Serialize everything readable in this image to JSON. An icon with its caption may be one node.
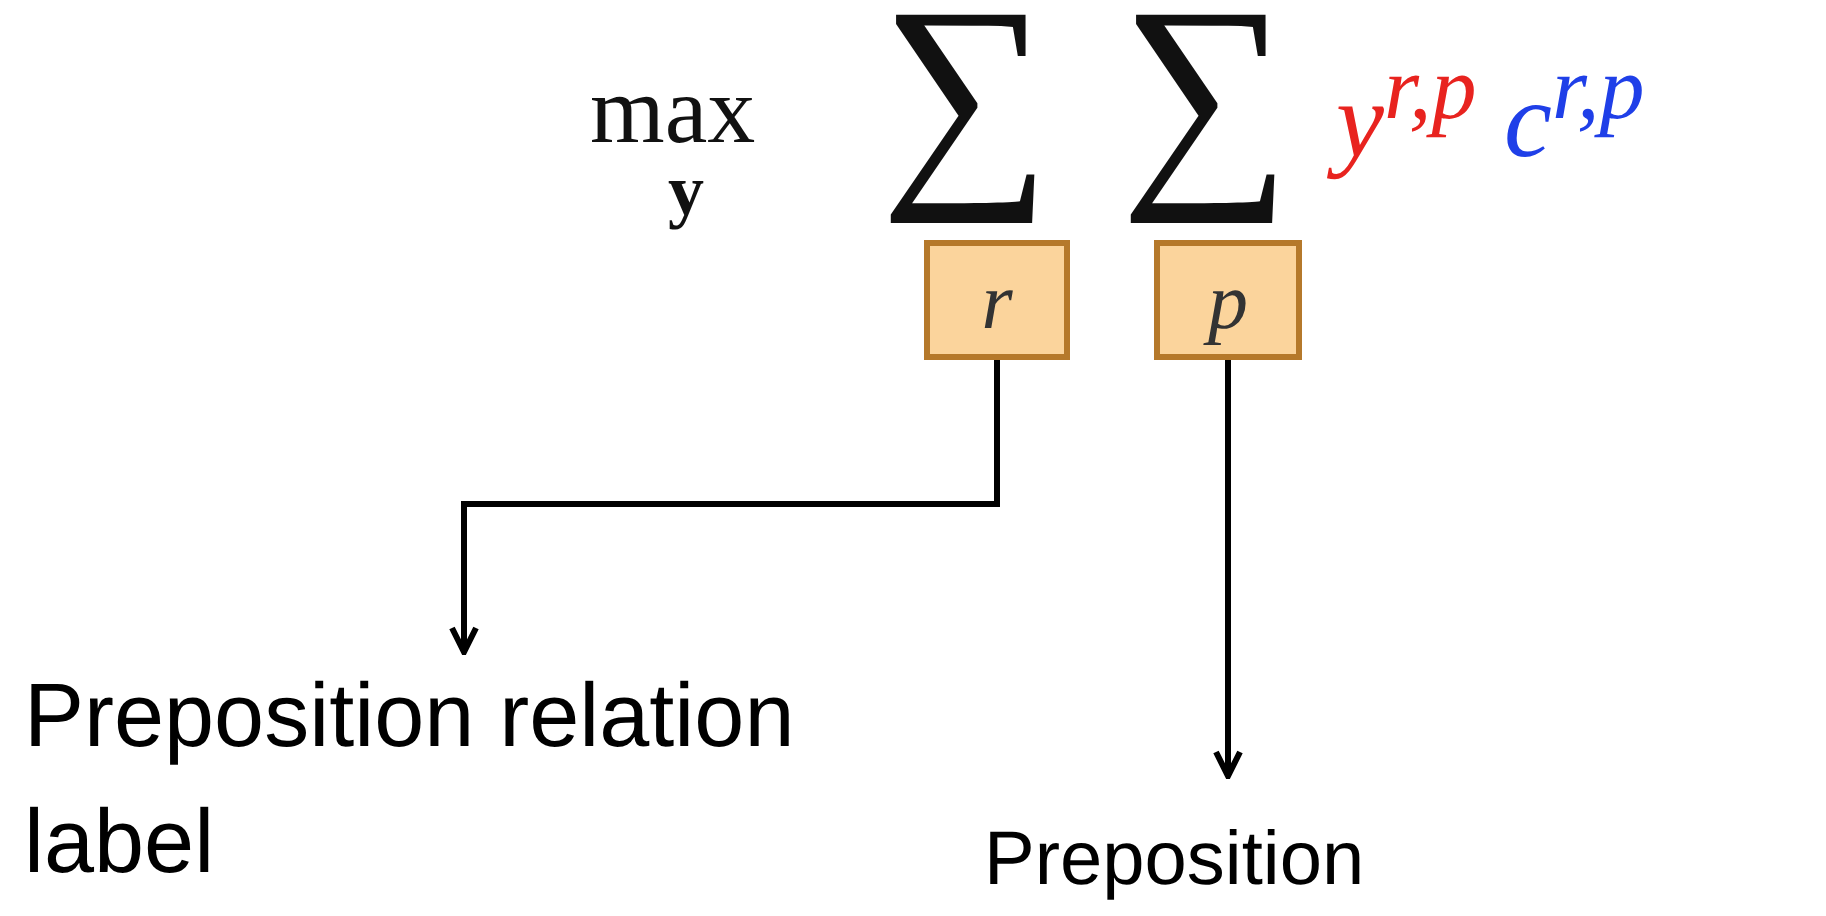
{
  "diagram": {
    "nodes": [
      {
        "text": [
          "r"
        ]
      },
      {
        "text": [
          "p"
        ]
      },
      {
        "text": [
          "Preposition relation label"
        ]
      },
      {
        "text": [
          "Preposition"
        ]
      }
    ],
    "edges": [
      {
        "from": 0,
        "to": 2,
        "arrow": "to"
      },
      {
        "from": 1,
        "to": 3,
        "arrow": "to"
      }
    ],
    "labels": [
      "max",
      "y",
      "∑",
      "∑",
      "y$^{r,p}$",
      "c$^{r,p}$"
    ]
  }
}
